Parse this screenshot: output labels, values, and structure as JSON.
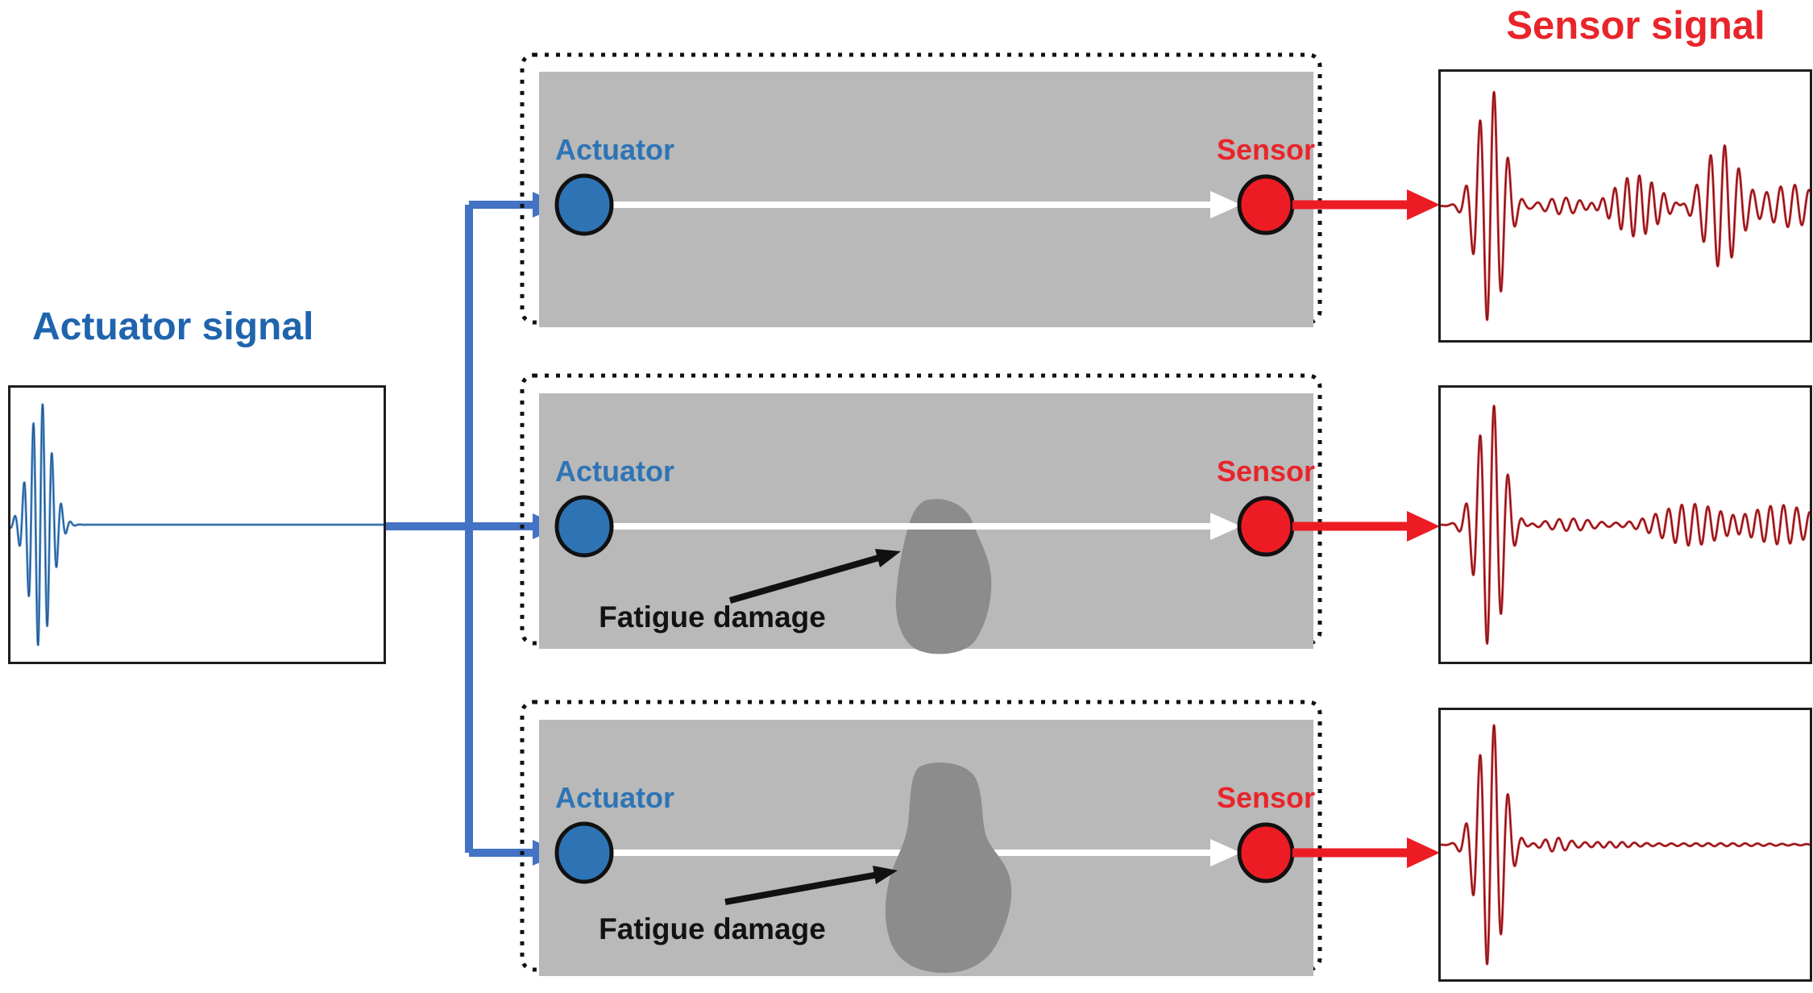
{
  "titles": {
    "actuator_signal": "Actuator signal",
    "sensor_signal": "Sensor signal"
  },
  "plates": [
    {
      "name": "pristine-plate",
      "actuator_label": "Actuator",
      "sensor_label": "Sensor"
    },
    {
      "name": "small-damage-plate",
      "actuator_label": "Actuator",
      "sensor_label": "Sensor",
      "damage_label": "Fatigue damage"
    },
    {
      "name": "large-damage-plate",
      "actuator_label": "Actuator",
      "sensor_label": "Sensor",
      "damage_label": "Fatigue damage"
    }
  ],
  "colors": {
    "label_blue": "#2e74b5",
    "title_blue": "#1f64ad",
    "connector_blue": "#4472c4",
    "signal_red": "#e8252b",
    "sensor_red": "#ed1c24",
    "plate_gray": "#b9b9b9",
    "damage_gray": "#8c8c8c",
    "dotted_border_black": "#111111",
    "white_arrow": "#ffffff"
  },
  "chart_data": [
    {
      "type": "line",
      "id": "actuator",
      "name": "actuator excitation tone burst",
      "x_range": [
        0,
        1
      ],
      "baseline": 0,
      "amplitude_scale": 0.9,
      "color_outer": "#64a0d8",
      "color_core": "#1d4f86",
      "bursts": [
        {
          "t0": 0.08,
          "width": 0.042,
          "freq": 40,
          "amp": 1.0
        }
      ]
    },
    {
      "type": "line",
      "id": "sensor-pristine",
      "name": "sensor response - pristine plate",
      "x_range": [
        0,
        1
      ],
      "baseline": 0,
      "amplitude_scale": 0.88,
      "color_outer": "#d93a3f",
      "color_core": "#6b1113",
      "bursts": [
        {
          "t0": 0.135,
          "width": 0.05,
          "freq": 26,
          "amp": 1.0
        },
        {
          "t0": 0.33,
          "width": 0.07,
          "freq": 26,
          "amp": 0.07
        },
        {
          "t0": 0.53,
          "width": 0.08,
          "freq": 30,
          "amp": 0.26
        },
        {
          "t0": 0.76,
          "width": 0.065,
          "freq": 26,
          "amp": 0.52
        },
        {
          "t0": 0.95,
          "width": 0.09,
          "freq": 26,
          "amp": 0.18
        }
      ]
    },
    {
      "type": "line",
      "id": "sensor-small-damage",
      "name": "sensor response - small fatigue damage",
      "x_range": [
        0,
        1
      ],
      "baseline": 0,
      "amplitude_scale": 0.9,
      "color_outer": "#d93a3f",
      "color_core": "#6b1113",
      "bursts": [
        {
          "t0": 0.135,
          "width": 0.05,
          "freq": 26,
          "amp": 1.0
        },
        {
          "t0": 0.35,
          "width": 0.09,
          "freq": 26,
          "amp": 0.05
        },
        {
          "t0": 0.68,
          "width": 0.12,
          "freq": 28,
          "amp": 0.17
        },
        {
          "t0": 0.92,
          "width": 0.12,
          "freq": 28,
          "amp": 0.16
        }
      ]
    },
    {
      "type": "line",
      "id": "sensor-large-damage",
      "name": "sensor response - large fatigue damage",
      "x_range": [
        0,
        1
      ],
      "baseline": 0,
      "amplitude_scale": 0.92,
      "color_outer": "#d93a3f",
      "color_core": "#6b1113",
      "bursts": [
        {
          "t0": 0.135,
          "width": 0.05,
          "freq": 26,
          "amp": 1.0
        },
        {
          "t0": 0.31,
          "width": 0.05,
          "freq": 28,
          "amp": 0.055
        },
        {
          "t0": 0.45,
          "width": 0.1,
          "freq": 30,
          "amp": 0.02
        },
        {
          "t0": 0.75,
          "width": 0.25,
          "freq": 30,
          "amp": 0.012
        }
      ]
    }
  ]
}
